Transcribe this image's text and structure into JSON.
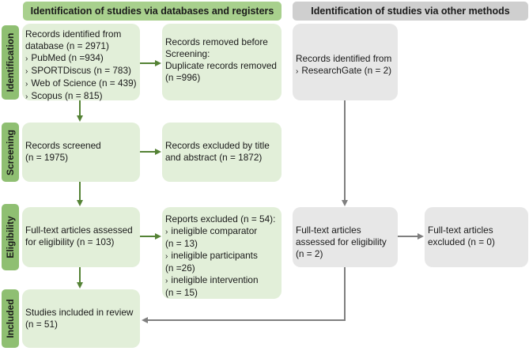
{
  "headers": {
    "databases": "Identification of studies via databases and registers",
    "other": "Identification of studies via other methods"
  },
  "stages": {
    "identification": "Identification",
    "screening": "Screening",
    "eligibility": "Eligibility",
    "included": "Included"
  },
  "records_identified": {
    "line1": "Records identified from",
    "line2": "database (n = 2971)",
    "sources": [
      "PubMed (n =934)",
      "SPORTDiscus (n = 783)",
      "Web of Science (n = 439)",
      "Scopus (n = 815)"
    ]
  },
  "records_removed": {
    "line1": "Records removed before",
    "line2": "Screening:",
    "line3": "Duplicate records removed",
    "line4": "(n =996)"
  },
  "other_identified": {
    "line1": "Records identified from",
    "source": "ResearchGate (n = 2)"
  },
  "records_screened": {
    "line1": "Records screened",
    "line2": "(n = 1975)"
  },
  "records_excluded": {
    "line1": "Records excluded by title",
    "line2": "and abstract (n = 1872)"
  },
  "fulltext_assessed": {
    "line1": "Full-text articles assessed",
    "line2": "for eligibility (n = 103)"
  },
  "reports_excluded": {
    "title": "Reports excluded (n = 54):",
    "reasons": [
      {
        "label": "ineligible comparator",
        "count": "(n = 13)"
      },
      {
        "label": "ineligible participants",
        "count": "(n =26)"
      },
      {
        "label": "ineligible intervention",
        "count": "(n = 15)"
      }
    ]
  },
  "other_fulltext": {
    "line1": "Full-text articles",
    "line2": "assessed for eligibility",
    "line3": "(n = 2)"
  },
  "other_excluded": {
    "line1": "Full-text articles",
    "line2": "excluded  (n = 0)"
  },
  "studies_included": {
    "line1": "Studies included in review",
    "line2": "(n = 51)"
  },
  "colors": {
    "green_arrow": "#548235",
    "grey_arrow": "#7f7f7f"
  }
}
